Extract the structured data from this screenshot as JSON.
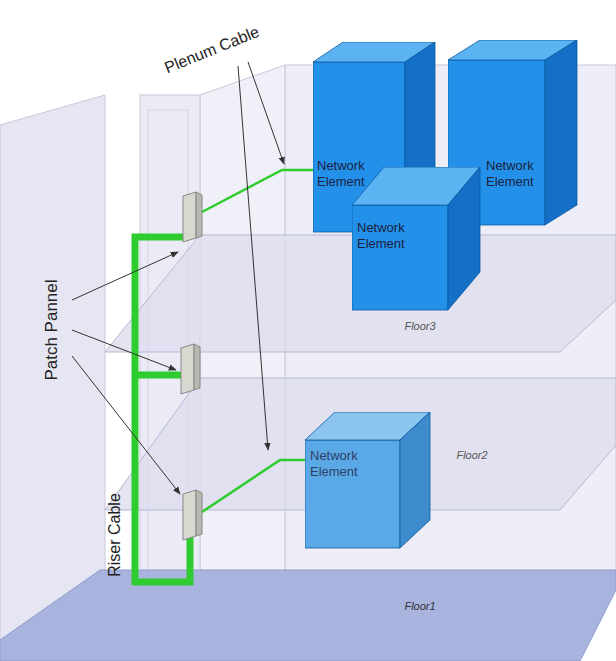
{
  "diagram": {
    "nodes": [
      {
        "text": [
          "Network Element"
        ]
      },
      {
        "text": [
          "Network Element"
        ]
      },
      {
        "text": [
          "Network Element"
        ]
      },
      {
        "text": [
          "Network Element"
        ]
      }
    ],
    "labels": [
      "Plenum Cable",
      "Patch Pannel",
      "Riser Cable",
      "Floor3",
      "Floor2",
      "Floor1"
    ]
  }
}
